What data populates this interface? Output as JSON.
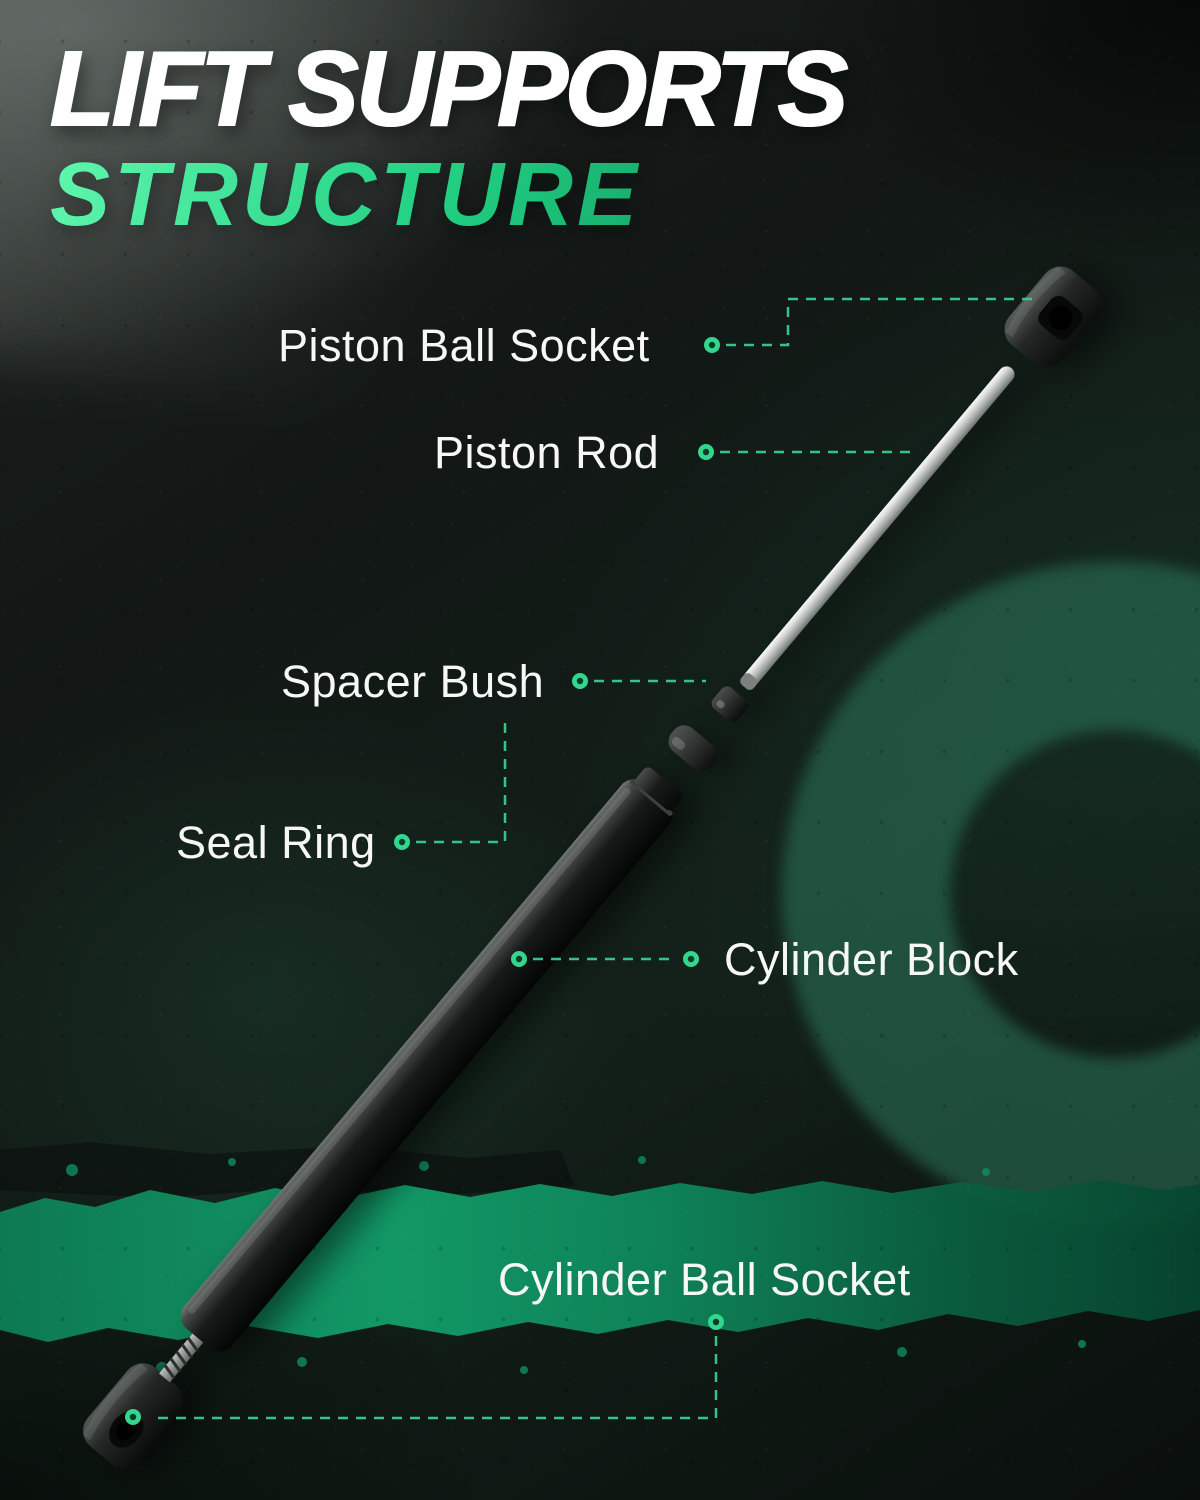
{
  "title": {
    "line1": "LIFT SUPPORTS",
    "line2": "STRUCTURE"
  },
  "labels": {
    "piston_ball_socket": "Piston Ball Socket",
    "piston_rod": "Piston Rod",
    "spacer_bush": "Spacer Bush",
    "seal_ring": "Seal Ring",
    "cylinder_block": "Cylinder Block",
    "cylinder_ball_socket": "Cylinder Ball Socket"
  },
  "colors": {
    "accent_green": "#38cd8b",
    "title_green_light": "#5ff7ad",
    "title_green_dark": "#0b8f58",
    "band_green": "#12a16b",
    "ring_green": "#2c785a",
    "background": "#101514",
    "label_text": "#f6f7f6",
    "title_text": "#ffffff"
  }
}
